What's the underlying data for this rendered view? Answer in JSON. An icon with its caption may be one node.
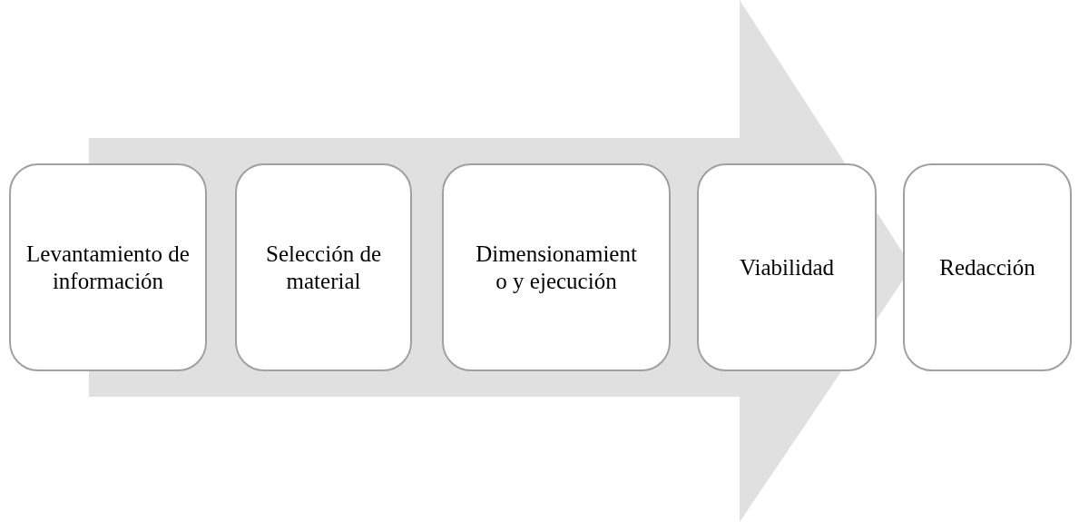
{
  "diagram": {
    "nodes": [
      {
        "text": [
          "Levantamiento de información"
        ]
      },
      {
        "text": [
          "Selección de material"
        ]
      },
      {
        "text": [
          "Dimensionamient o y ejecución"
        ]
      },
      {
        "text": [
          "Viabilidad"
        ]
      },
      {
        "text": [
          "Redacción"
        ]
      }
    ],
    "edges": [
      {
        "from": 0,
        "to": 4,
        "arrow": "to"
      }
    ]
  }
}
